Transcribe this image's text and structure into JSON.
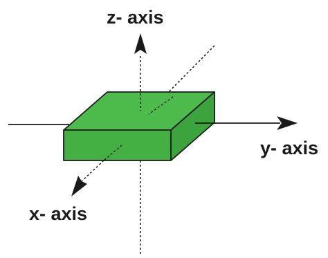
{
  "diagram": {
    "labels": {
      "z_axis": "z- axis",
      "y_axis": "y- axis",
      "x_axis": "x- axis"
    },
    "colors": {
      "box_top": "#4cbb4c",
      "box_front": "#44b044",
      "box_side": "#3da33d",
      "box_edge": "#1a1a1a",
      "axis": "#1a1a1a"
    }
  }
}
